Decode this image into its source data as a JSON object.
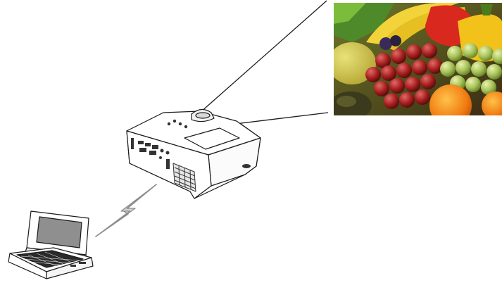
{
  "diagram": {
    "nodes": [
      {
        "id": "computer",
        "icon": "laptop-icon"
      },
      {
        "id": "projector",
        "icon": "projector-icon"
      },
      {
        "id": "screen",
        "icon": "projected-image-fruit"
      }
    ],
    "links": [
      {
        "from": "computer",
        "to": "projector",
        "type": "wireless",
        "icon": "lightning-bolt-icon"
      },
      {
        "from": "projector",
        "to": "screen",
        "type": "projection-beam"
      }
    ],
    "colors": {
      "line": "#1a1a1a",
      "wireless_bolt": "#8c8c8c",
      "laptop_screen": "#8f8f8f",
      "projector_body": "#ffffff"
    }
  }
}
